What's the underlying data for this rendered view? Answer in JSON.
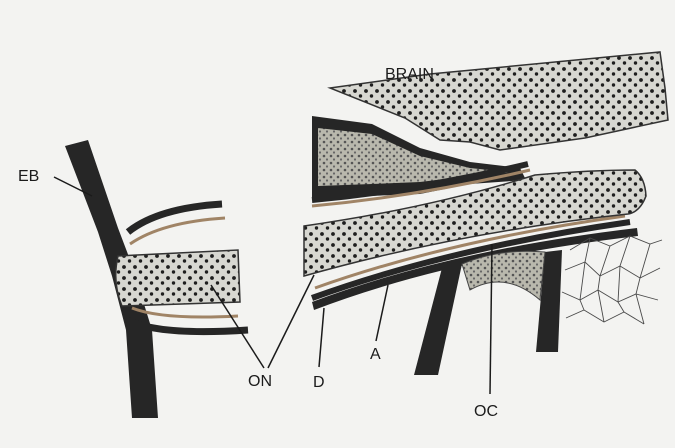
{
  "labels": {
    "brain": "BRAIN",
    "eb": "EB",
    "on": "ON",
    "d": "D",
    "a": "A",
    "oc": "OC"
  },
  "colors": {
    "background": "#f3f3f1",
    "dura": "#262626",
    "arachnoid": "#a08466",
    "nerve_fill": "#d7d7d1",
    "dot": "#1e1e1e",
    "bone": "#2a2a2a",
    "marrow": "#b9b8ad"
  }
}
